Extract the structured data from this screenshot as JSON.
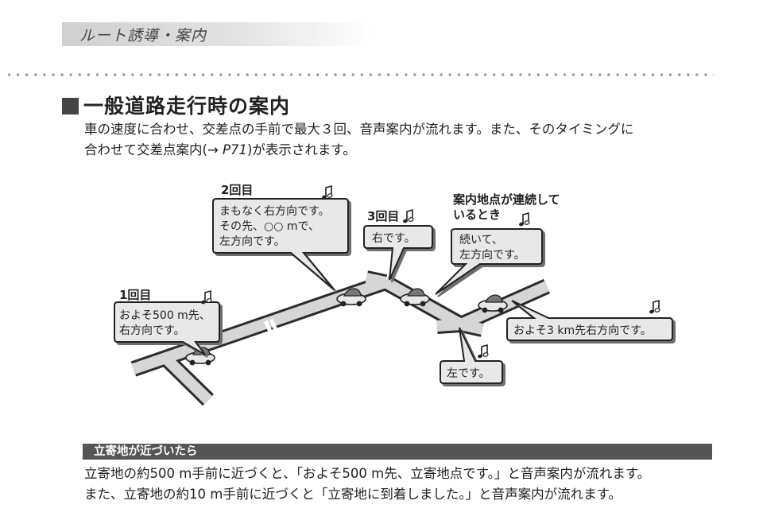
{
  "header": {
    "title": "ルート誘導・案内"
  },
  "section": {
    "title": "一般道路走行時の案内",
    "intro_line1": "車の速度に合わせ、交差点の手前で最大３回、音声案内が流れます。また、そのタイミングに",
    "intro_line2_a": "合わせて交差点案内(",
    "intro_line2_ref": "→ P71",
    "intro_line2_b": ")が表示されます。"
  },
  "diagram": {
    "callout1": {
      "label": "1回目",
      "lines": [
        "およそ500 m先、",
        "右方向です。"
      ]
    },
    "callout2": {
      "label": "2回目",
      "lines": [
        "まもなく右方向です。",
        "その先、○○ mで、",
        "左方向です。"
      ]
    },
    "callout3": {
      "label": "3回目",
      "lines": [
        "右です。"
      ]
    },
    "callout4": {
      "label_lines": [
        "案内地点が連続して",
        "いるとき"
      ],
      "lines": [
        "続いて、",
        "左方向です。"
      ]
    },
    "callout5": {
      "lines": [
        "およそ3 km先右方向です。"
      ]
    },
    "callout6": {
      "lines": [
        "左です。"
      ]
    }
  },
  "subsection": {
    "title": "立寄地が近づいたら",
    "line1": "立寄地の約500 m手前に近づくと、「およそ500 m先、立寄地点です。」と音声案内が流れます。",
    "line2": "また、立寄地の約10 m手前に近づくと「立寄地に到着しました。」と音声案内が流れます。"
  }
}
